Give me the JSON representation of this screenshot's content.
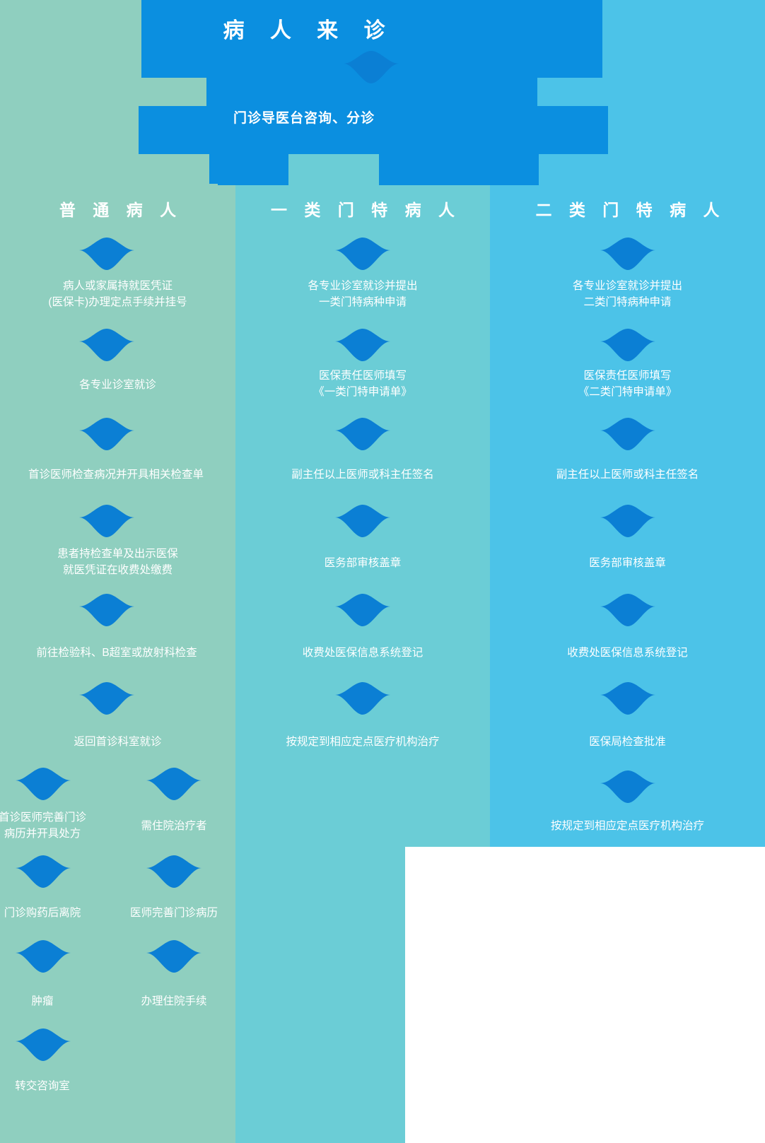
{
  "colors": {
    "band_green": "#8fcfbf",
    "band_teal": "#6bcdd6",
    "band_blue": "#4cc3e8",
    "arrow": "#0b7fd4",
    "header_fill": "#0b8fe0",
    "text": "#ffffff"
  },
  "header": {
    "title": "病 人 来 诊",
    "subtitle": "门诊导医台咨询、分诊"
  },
  "columns": [
    {
      "name": "ordinary-patient",
      "title": "普 通 病 人",
      "steps": [
        "病人或家属持就医凭证\n(医保卡)办理定点手续并挂号",
        "各专业诊室就诊",
        "首诊医师检查病况并开具相关检查单",
        "患者持检查单及出示医保\n就医凭证在收费处缴费",
        "前往检验科、B超室或放射科检查",
        "返回首诊科室就诊"
      ],
      "branch_left": [
        "首诊医师完善门诊\n病历并开具处方",
        "门诊购药后离院",
        "肿瘤",
        "转交咨询室"
      ],
      "branch_right": [
        "需住院治疗者",
        "医师完善门诊病历",
        "办理住院手续"
      ]
    },
    {
      "name": "type-one-special-patient",
      "title": "一 类 门 特 病 人",
      "steps": [
        "各专业诊室就诊并提出\n一类门特病种申请",
        "医保责任医师填写\n《一类门特申请单》",
        "副主任以上医师或科主任签名",
        "医务部审核盖章",
        "收费处医保信息系统登记",
        "按规定到相应定点医疗机构治疗"
      ]
    },
    {
      "name": "type-two-special-patient",
      "title": "二 类 门 特 病 人",
      "steps": [
        "各专业诊室就诊并提出\n二类门特病种申请",
        "医保责任医师填写\n《二类门特申请单》",
        "副主任以上医师或科主任签名",
        "医务部审核盖章",
        "收费处医保信息系统登记",
        "医保局检查批准",
        "按规定到相应定点医疗机构治疗"
      ]
    }
  ],
  "icons": {
    "arrow": "down-arrow-icon"
  }
}
